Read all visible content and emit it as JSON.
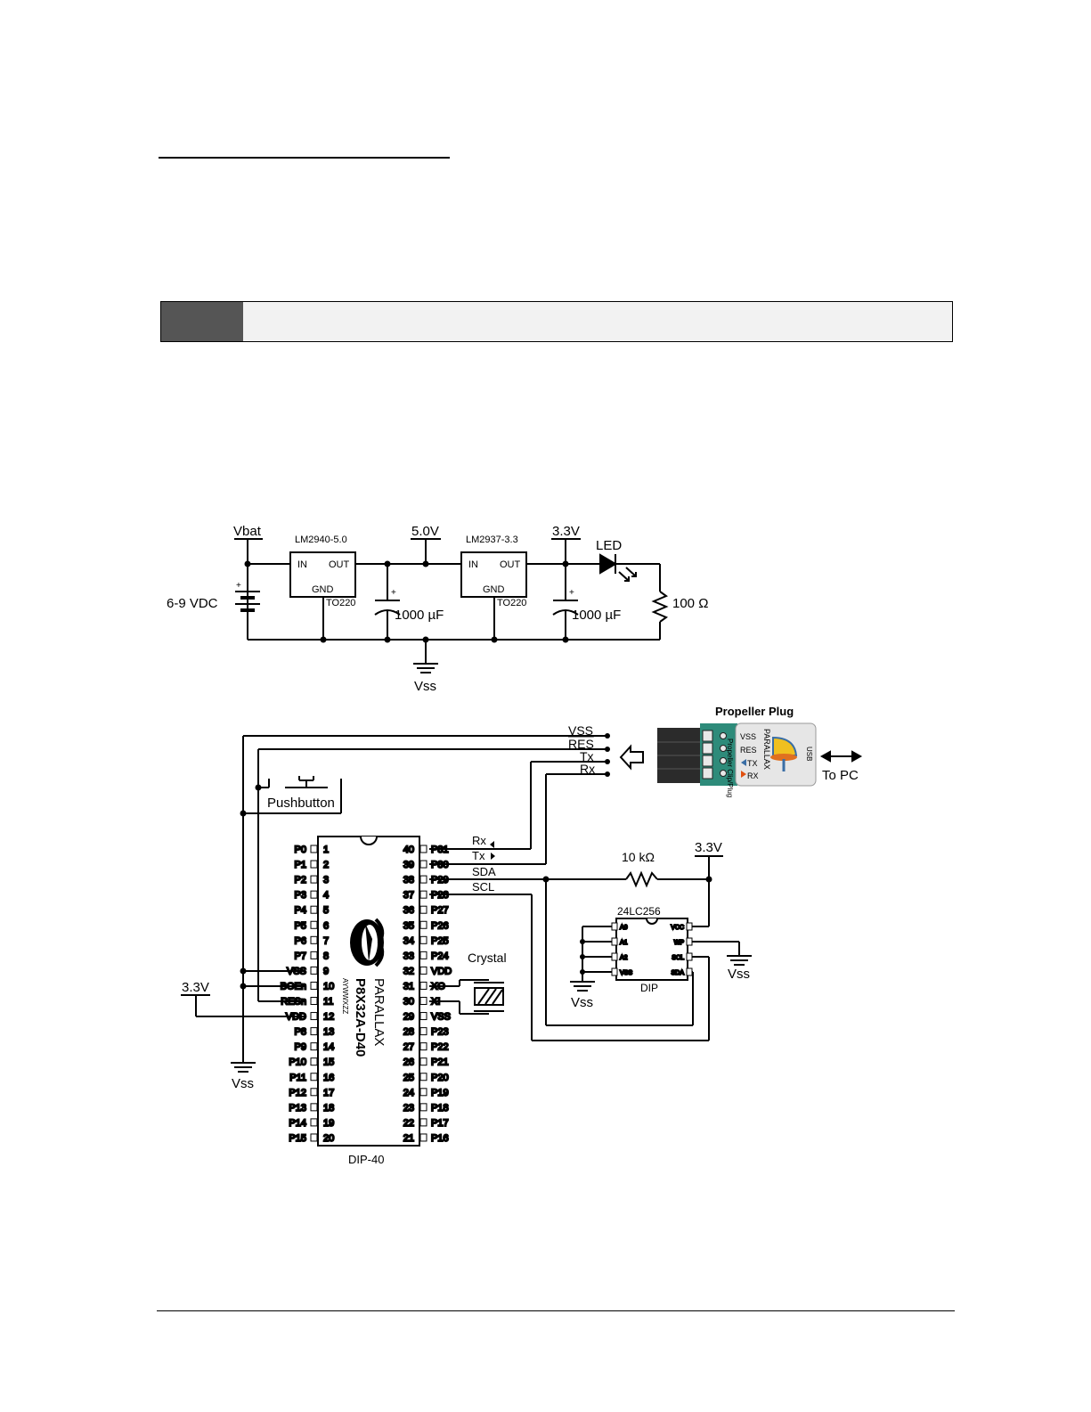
{
  "power": {
    "vbat": "Vbat",
    "battery": "6-9 VDC",
    "reg1_name": "LM2940-5.0",
    "reg2_name": "LM2937-3.3",
    "reg_in": "IN",
    "reg_out": "OUT",
    "reg_gnd": "GND",
    "reg_pkg": "TO220",
    "rail_5v": "5.0V",
    "rail_33v": "3.3V",
    "cap": "1000 µF",
    "led": "LED",
    "resistor": "100 Ω",
    "ground": "Vss",
    "plus": "+"
  },
  "chip": {
    "name": "P8X32A-D40",
    "brand": "PARALLAX",
    "date_code": "AYWWXZZ",
    "package": "DIP-40",
    "left_pins": [
      {
        "label": "P0",
        "num": "1"
      },
      {
        "label": "P1",
        "num": "2"
      },
      {
        "label": "P2",
        "num": "3"
      },
      {
        "label": "P3",
        "num": "4"
      },
      {
        "label": "P4",
        "num": "5"
      },
      {
        "label": "P5",
        "num": "6"
      },
      {
        "label": "P6",
        "num": "7"
      },
      {
        "label": "P7",
        "num": "8"
      },
      {
        "label": "VSS",
        "num": "9"
      },
      {
        "label": "BOEn",
        "num": "10"
      },
      {
        "label": "RESn",
        "num": "11"
      },
      {
        "label": "VDD",
        "num": "12"
      },
      {
        "label": "P8",
        "num": "13"
      },
      {
        "label": "P9",
        "num": "14"
      },
      {
        "label": "P10",
        "num": "15"
      },
      {
        "label": "P11",
        "num": "16"
      },
      {
        "label": "P12",
        "num": "17"
      },
      {
        "label": "P13",
        "num": "18"
      },
      {
        "label": "P14",
        "num": "19"
      },
      {
        "label": "P15",
        "num": "20"
      }
    ],
    "right_pins": [
      {
        "label": "P31",
        "num": "40"
      },
      {
        "label": "P30",
        "num": "39"
      },
      {
        "label": "P29",
        "num": "38"
      },
      {
        "label": "P28",
        "num": "37"
      },
      {
        "label": "P27",
        "num": "36"
      },
      {
        "label": "P26",
        "num": "35"
      },
      {
        "label": "P25",
        "num": "34"
      },
      {
        "label": "P24",
        "num": "33"
      },
      {
        "label": "VDD",
        "num": "32"
      },
      {
        "label": "XO",
        "num": "31"
      },
      {
        "label": "XI",
        "num": "30"
      },
      {
        "label": "VSS",
        "num": "29"
      },
      {
        "label": "P23",
        "num": "28"
      },
      {
        "label": "P22",
        "num": "27"
      },
      {
        "label": "P21",
        "num": "26"
      },
      {
        "label": "P20",
        "num": "25"
      },
      {
        "label": "P19",
        "num": "24"
      },
      {
        "label": "P18",
        "num": "23"
      },
      {
        "label": "P17",
        "num": "22"
      },
      {
        "label": "P16",
        "num": "21"
      }
    ]
  },
  "plug": {
    "title": "Propeller Plug",
    "vss": "VSS",
    "res": "RES",
    "tx": "Tx",
    "rx": "Rx",
    "side_label": "Propeller Clip/Plug",
    "card_vss": "VSS",
    "card_res": "RES",
    "card_tx": "TX",
    "card_rx": "RX",
    "usb": "USB",
    "brand": "PARALLAX",
    "to_pc": "To PC"
  },
  "misc": {
    "pushbutton": "Pushbutton",
    "supply": "3.3V",
    "ground": "Vss",
    "rx": "Rx",
    "tx": "Tx",
    "sda": "SDA",
    "scl": "SCL",
    "crystal": "Crystal",
    "pullup": "10 kΩ"
  },
  "eeprom": {
    "name": "24LC256",
    "package": "DIP",
    "left_pins": [
      "A0",
      "A1",
      "A2",
      "VSS"
    ],
    "right_pins": [
      "VCC",
      "WP",
      "SCL",
      "SDA"
    ]
  }
}
